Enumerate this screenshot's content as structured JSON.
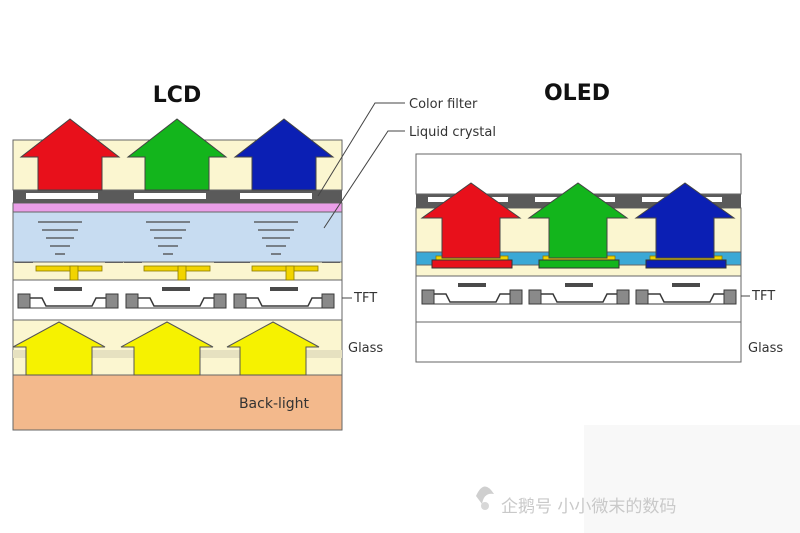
{
  "lcd": {
    "title": "LCD",
    "labels": {
      "color_filter": "Color filter",
      "liquid_crystal": "Liquid crystal",
      "tft": "TFT",
      "glass": "Glass",
      "backlight": "Back-light"
    }
  },
  "oled": {
    "title": "OLED",
    "labels": {
      "tft": "TFT",
      "glass": "Glass"
    }
  },
  "watermark": "企鹅号 小小微末的数码",
  "colors": {
    "red": "#e8101b",
    "green": "#13b51c",
    "blue": "#0b1fb4",
    "yellow": "#f6f200",
    "backlight": "#f3b98c",
    "liquid_crystal": "#c7dcf1",
    "cream": "#fbf6d0",
    "pink": "#ea9ee8",
    "tft_yellow": "#f2d400",
    "grey": "#5a5a5a",
    "oled_cyan": "#3aa8d6"
  }
}
